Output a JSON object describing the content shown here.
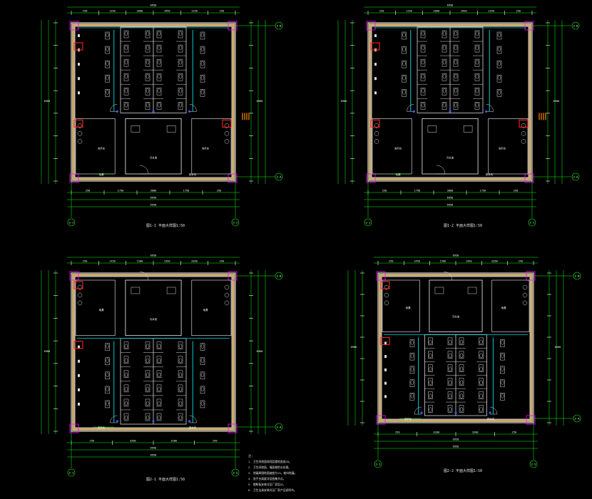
{
  "sheet": {
    "plans": [
      {
        "id": "plan-a",
        "title": "图1-1 平面大样图",
        "scale": "1:50",
        "axes": [
          "2-1",
          "2-2"
        ],
        "row_axes": [
          "2-A",
          "2-B"
        ],
        "top_dims": [
          "250",
          "1250",
          "2000",
          "1950",
          "1250",
          "250"
        ],
        "bottom_dims": [
          "250",
          "1750",
          "3600",
          "1750",
          "250"
        ],
        "total_dim": "6950",
        "notes": [
          "地漏",
          "洗手台",
          "污水池",
          "排水沟"
        ]
      },
      {
        "id": "plan-b",
        "title": "图1-2 平面大样图",
        "scale": "1:50",
        "axes": [
          "2-1",
          "2-2"
        ],
        "row_axes": [
          "2-A",
          "2-B"
        ],
        "top_dims": [
          "250",
          "1250",
          "2000",
          "1950",
          "1250",
          "250"
        ],
        "bottom_dims": [
          "250",
          "1750",
          "3600",
          "1750",
          "250"
        ],
        "total_dim": "6950",
        "notes": [
          "地漏",
          "洗手台",
          "污水池",
          "排水沟"
        ]
      },
      {
        "id": "plan-c",
        "title": "图2-1 平面大样图",
        "scale": "1:50",
        "axes": [
          "2-1",
          "2-2"
        ],
        "row_axes": [
          "2-A",
          "2-B"
        ],
        "top_dims": [
          "250",
          "1450",
          "1500",
          "1450",
          "2050",
          "250"
        ],
        "bottom_dims": [
          "250",
          "3200",
          "3200",
          "250"
        ],
        "total_dim": "6950",
        "notes": [
          "洗手台",
          "地漏",
          "污水池",
          "排水沟"
        ]
      },
      {
        "id": "plan-d",
        "title": "图2-2 平面大样图",
        "scale": "1:50",
        "axes": [
          "2-1",
          "2-2"
        ],
        "row_axes": [
          "2-A",
          "2-B"
        ],
        "top_dims": [
          "250",
          "1450",
          "1500",
          "1450",
          "2050",
          "250"
        ],
        "bottom_dims": [
          "250",
          "3200",
          "3200",
          "250"
        ],
        "total_dim": "6950",
        "notes": [
          "洗手台",
          "地漏",
          "污水池",
          "排水沟"
        ]
      }
    ],
    "notes_title": "注：",
    "notes": [
      "1. 卫生间地面较同层楼地面低20。",
      "2. 卫生间地面、墙面做防水处理。",
      "3. 地漏周围地面坡度为1%，坡向地漏。",
      "4. 洗手台高度详见图集节点。",
      "5. 隥断板安装详见厂家设计。",
      "6. 卫生洁具安装详见厂家产品说明书。"
    ]
  },
  "colors": {
    "background": "#000000",
    "wall": "#f2f2f2",
    "wall_fill": "#c8a86a",
    "grid": "#00ff00",
    "dimension": "#ffffff",
    "fixture": "#d9d9d9",
    "partition": "#00ffff",
    "column": "#ff00ff",
    "door_red": "#ff2020",
    "accent_blue": "#3a5bff",
    "orange": "#ff8a00"
  }
}
